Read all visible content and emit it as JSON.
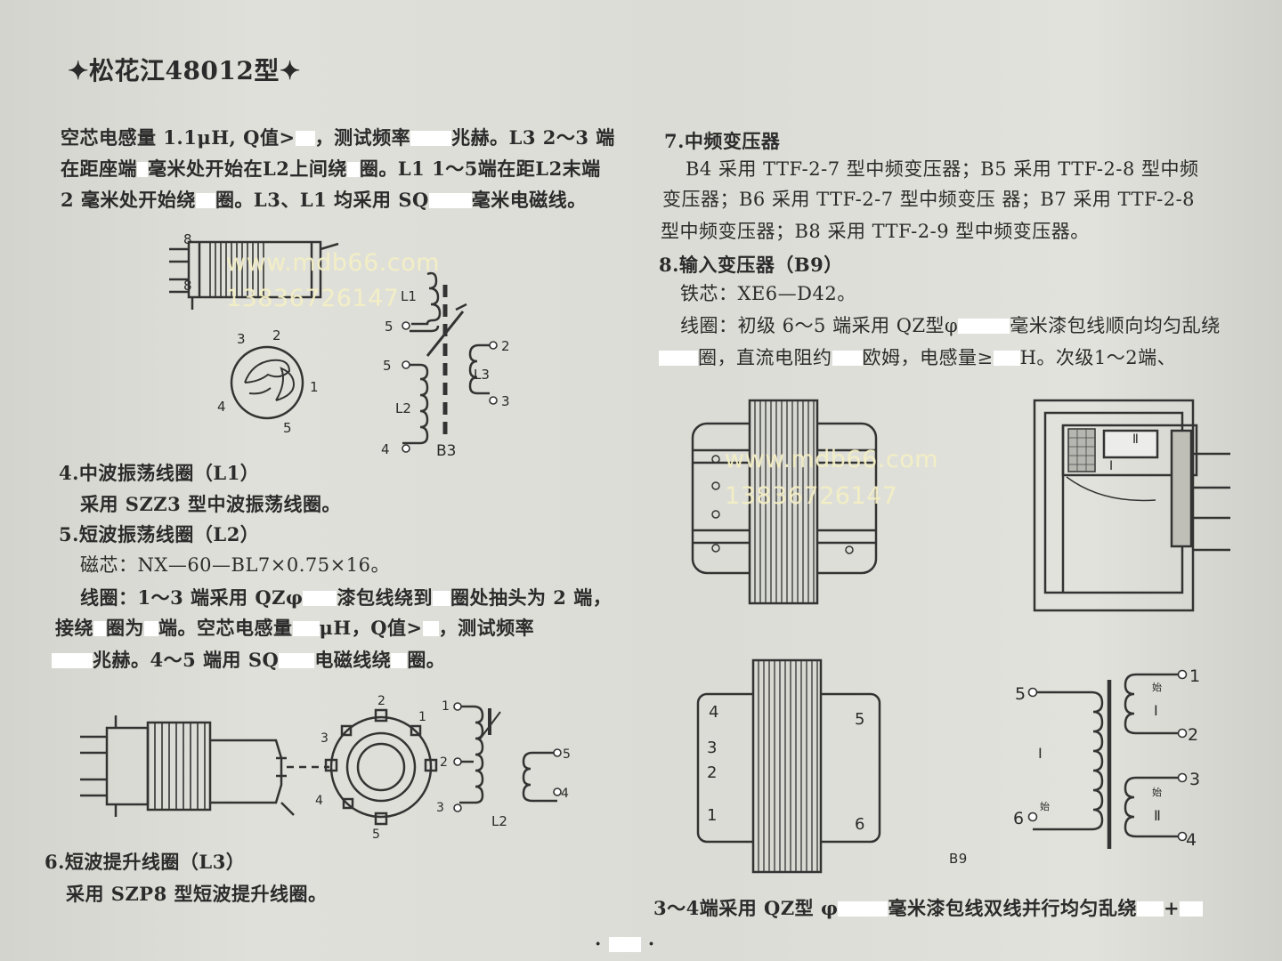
{
  "header": {
    "title": "✦松花江48012型✦"
  },
  "left": {
    "p1": {
      "l1a": "空芯电感量 1.1μH, Q值>",
      "l1b": "，测试频率",
      "l1c": "兆赫。L3 2～3 端",
      "l2a": "在距座端",
      "l2b": "毫米处开始在L2上间绕",
      "l2c": "圈。L1 1～5端在距L2末端",
      "l3a": "2 毫米处开始绕",
      "l3b": "圈。L3、L1 均采用 SQ",
      "l3c": "毫米电磁线。"
    },
    "fig1": {
      "pin8": "8",
      "pin3": "3",
      "pin2": "2",
      "pin1": "1",
      "pin4": "4",
      "pin5": "5",
      "l1_label": "L1",
      "l2_label": "L2",
      "l3_label": "L3",
      "b3_label": "B3",
      "t5a": "5",
      "t5b": "5",
      "t4": "4",
      "t2": "2",
      "t3": "3"
    },
    "s4": {
      "title": "4.中波振荡线圈（L1）",
      "text": "采用 SZZ3 型中波振荡线圈。"
    },
    "s5": {
      "title": "5.短波振荡线圈（L2）",
      "core": "磁芯：NX—60—BL7×0.75×16。",
      "c1a": "线圈：1～3 端采用 QZφ",
      "c1b": "漆包线绕到",
      "c1c": "圈处抽头为 2 端，",
      "c2a": "接绕",
      "c2b": "圈为",
      "c2c": "端。空芯电感量",
      "c2d": "μH，Q值>",
      "c2e": "，测试频率",
      "c3a": "兆赫。4～5 端用 SQ",
      "c3b": "电磁线绕",
      "c3c": "圈。"
    },
    "fig2": {
      "n2": "2",
      "n1": "1",
      "n3": "3",
      "n4": "4",
      "n5": "5",
      "w1": "1",
      "w2": "2",
      "w3": "3",
      "w5": "5",
      "w4": "4",
      "l2": "L2"
    },
    "s6": {
      "title": "6.短波提升线圈（L3）",
      "text": "采用 SZP8 型短波提升线圈。"
    }
  },
  "right": {
    "s7": {
      "title": "7.中频变压器",
      "l1": "B4 采用 TTF-2-7 型中频变压器；B5 采用 TTF-2-8 型中频",
      "l2": "变压器；B6 采用 TTF-2-7 型中频变压 器；B7 采用 TTF-2-8",
      "l3": "型中频变压器；B8 采用 TTF-2-9 型中频变压器。"
    },
    "s8": {
      "title": "8.输入变压器（B9）",
      "core": "铁芯：XE6—D42。",
      "c1a": "线圈：初级 6～5 端采用 QZ型φ",
      "c1b": "毫米漆包线顺向均匀乱绕",
      "c2a": "圈，直流电阻约",
      "c2b": "欧姆，电感量≥",
      "c2c": "H。次级1～2端、"
    },
    "fig3": {
      "w1": "Ⅱ",
      "w2": "Ⅰ"
    },
    "fig4": {
      "p4": "4",
      "p3": "3",
      "p2": "2",
      "p1": "1",
      "p5": "5",
      "p6": "6",
      "s5": "5",
      "s6": "6",
      "s1": "1",
      "s2": "2",
      "s3": "3",
      "s4": "4",
      "start1": "始",
      "start2": "始",
      "start3": "始",
      "pri": "Ⅰ",
      "sec1": "Ⅰ",
      "sec2": "Ⅱ",
      "b9": "B9"
    },
    "bottom": {
      "a": "3～4端采用 QZ型 φ",
      "b": "毫米漆包线双线并行均匀乱绕",
      "c": "+"
    }
  },
  "page_num": {
    "left": "·",
    "right": "·"
  },
  "watermark": {
    "site": "www.mdb66.com",
    "phone": "13836726147"
  }
}
